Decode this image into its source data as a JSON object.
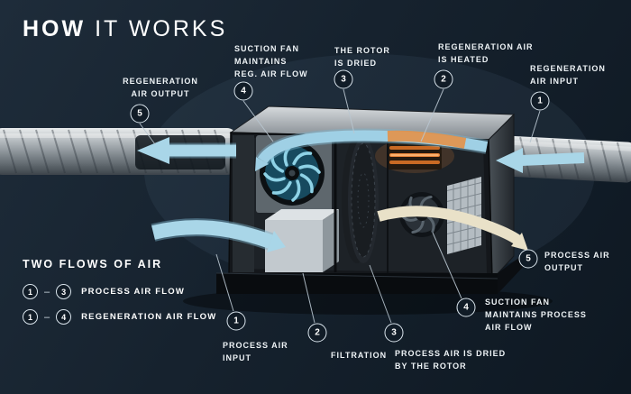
{
  "title": {
    "bold": "HOW",
    "rest": "IT WORKS"
  },
  "callouts": [
    {
      "num": "5",
      "label": "REGENERATION\nAIR OUTPUT"
    },
    {
      "num": "4",
      "label": "SUCTION FAN\nMAINTAINS\nREG. AIR FLOW"
    },
    {
      "num": "3",
      "label": "THE ROTOR\nIS DRIED"
    },
    {
      "num": "2",
      "label": "REGENERATION AIR\nIS HEATED"
    },
    {
      "num": "1",
      "label": "REGENERATION\nAIR INPUT"
    },
    {
      "num": "5",
      "label": "PROCESS AIR\nOUTPUT"
    },
    {
      "num": "4",
      "label": "SUCTION FAN\nMAINTAINS PROCESS\nAIR FLOW"
    },
    {
      "num": "3",
      "label": "PROCESS AIR IS DRIED\nBY THE ROTOR"
    },
    {
      "num": "2",
      "label": "FILTRATION"
    },
    {
      "num": "1",
      "label": "PROCESS AIR\nINPUT"
    }
  ],
  "legend": {
    "title": "TWO FLOWS OF AIR",
    "dash": "–",
    "rows": [
      {
        "from": "1",
        "to": "3",
        "label": "PROCESS AIR FLOW"
      },
      {
        "from": "1",
        "to": "4",
        "label": "REGENERATION AIR FLOW"
      }
    ]
  },
  "colors": {
    "background": "#16222e",
    "process_air_arrow": "#a9d6e8",
    "process_output_arrow": "#e9e1c8",
    "heater_glow": "#e8853a",
    "badge_ring": "#d9e4ec"
  }
}
